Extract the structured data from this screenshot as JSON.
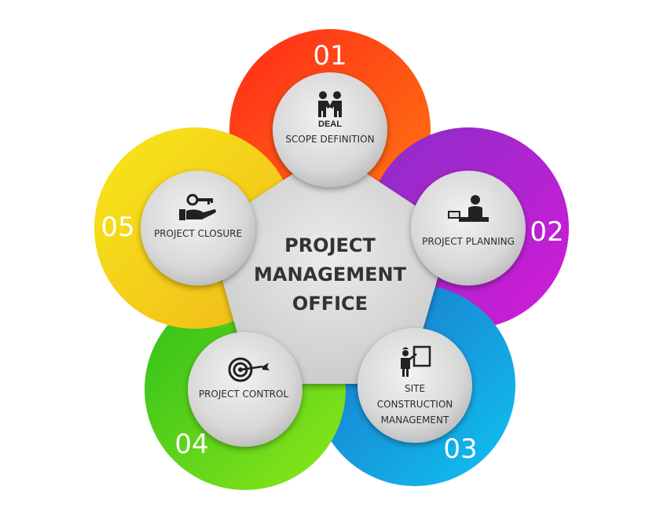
{
  "center": {
    "line1": "PROJECT",
    "line2": "MANAGEMENT",
    "line3": "OFFICE"
  },
  "stages": [
    {
      "number": "01",
      "label": "SCOPE DEFINITION",
      "icon": "deal-handshake-icon",
      "icon_text": "DEAL",
      "color": "#f0301a"
    },
    {
      "number": "02",
      "label": "PROJECT PLANNING",
      "icon": "desk-worker-icon",
      "color": "#a020c0"
    },
    {
      "number": "03",
      "label_lines": [
        "SITE",
        "CONSTRUCTION",
        "MANAGEMENT"
      ],
      "icon": "engineer-board-icon",
      "color": "#1a8fe0"
    },
    {
      "number": "04",
      "label": "PROJECT CONTROL",
      "icon": "target-icon",
      "color": "#3acc1a"
    },
    {
      "number": "05",
      "label": "PROJECT CLOSURE",
      "icon": "key-hand-icon",
      "color": "#f5d21a"
    }
  ]
}
